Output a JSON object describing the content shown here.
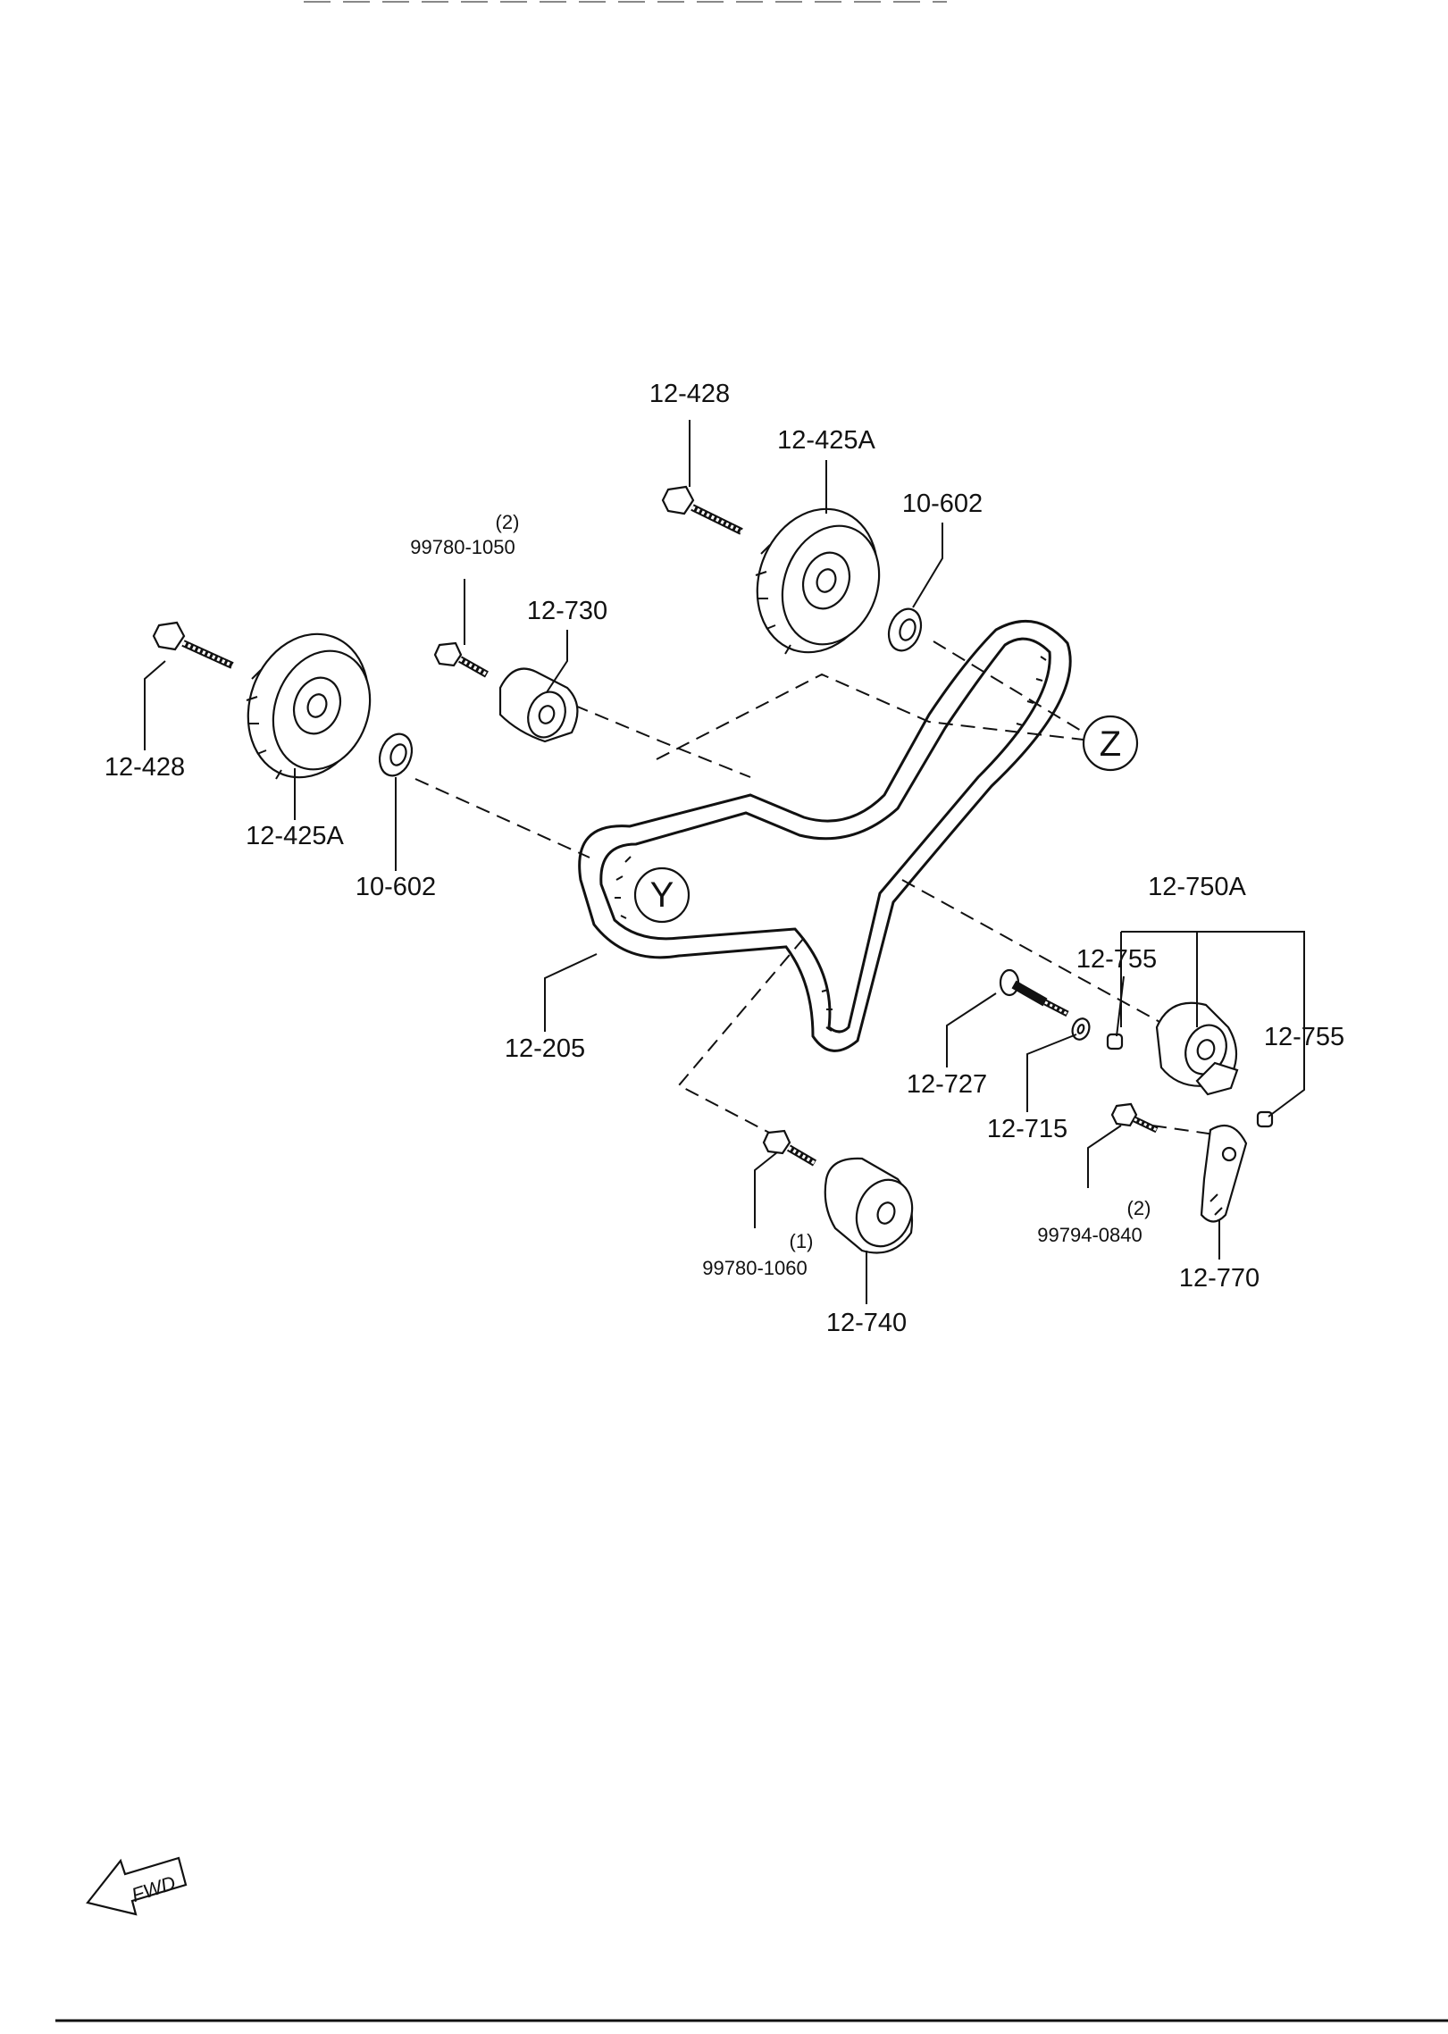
{
  "parts": {
    "cam_bolt_right": "12-428",
    "cam_pulley_right": "12-425A",
    "oil_seal_right": "10-602",
    "bolt_idler_upper": "99780-1050",
    "bolt_idler_upper_qty": "(2)",
    "idler_upper": "12-730",
    "cam_bolt_left": "12-428",
    "cam_pulley_left": "12-425A",
    "oil_seal_left": "10-602",
    "timing_belt": "12-205",
    "tensioner": "12-750A",
    "tensioner_pin_upper": "12-755",
    "tensioner_pin_right": "12-755",
    "tensioner_bolt": "12-727",
    "washer": "12-715",
    "bracket_bolt": "99794-0840",
    "bracket_bolt_qty": "(2)",
    "tensioner_bracket": "12-770",
    "idler_lower_bolt": "99780-1060",
    "idler_lower_bolt_qty": "(1)",
    "idler_lower": "12-740"
  },
  "refs": {
    "y": "Y",
    "z": "Z"
  },
  "direction": {
    "fwd": "FWD"
  }
}
